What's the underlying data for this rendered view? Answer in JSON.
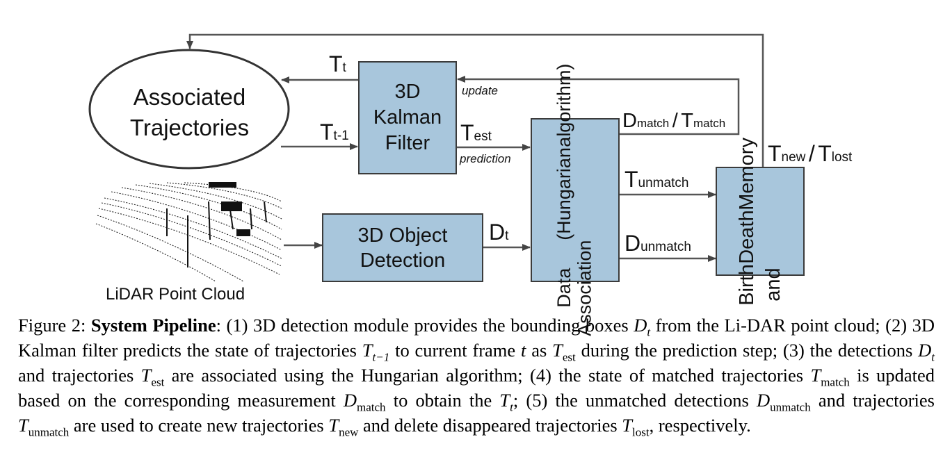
{
  "nodes": {
    "associated": [
      "Associated",
      "Trajectories"
    ],
    "kalman": [
      "3D",
      "Kalman",
      "Filter"
    ],
    "detection": [
      "3D Object",
      "Detection"
    ],
    "association": [
      "Data Association",
      "(Hungarian",
      "algorithm)"
    ],
    "birth_death": [
      "Birth and",
      "Death",
      "Memory"
    ]
  },
  "lidar_label": "LiDAR Point Cloud",
  "edge_labels": {
    "t_t": {
      "main": "T",
      "sub": "t"
    },
    "t_t1": {
      "main": "T",
      "sub": "t-1"
    },
    "t_est": {
      "main": "T",
      "sub": "est"
    },
    "prediction": "prediction",
    "update": "update",
    "d_t": {
      "main": "D",
      "sub": "t"
    },
    "d_match": {
      "main": "D",
      "sub": "match"
    },
    "t_match": {
      "main": "T",
      "sub": "match"
    },
    "t_unmatch": {
      "main": "T",
      "sub": "unmatch"
    },
    "d_unmatch": {
      "main": "D",
      "sub": "unmatch"
    },
    "t_new": {
      "main": "T",
      "sub": "new"
    },
    "t_lost": {
      "main": "T",
      "sub": "lost"
    },
    "slash": "/"
  },
  "caption": {
    "prefix": "Figure 2: ",
    "title": "System Pipeline",
    "p1": ": (1) 3D detection module provides the bounding boxes ",
    "p2": " from the Li-DAR point cloud; (2) 3D Kalman filter predicts the state of trajectories ",
    "p3": " to current frame ",
    "p4": " as ",
    "p5": " during the prediction step; (3) the detections ",
    "p6": " and trajectories ",
    "p7": " are associated using the Hungarian algorithm; (4) the state of matched trajectories ",
    "p8": " is updated based on the corresponding measurement ",
    "p9": " to obtain the ",
    "p10": "; (5) the unmatched detections ",
    "p11": " and trajectories ",
    "p12": " are used to create new trajectories ",
    "p13": " and delete disappeared trajectories ",
    "p14": ", respectively.",
    "sym_D": "D",
    "sym_T": "T",
    "sym_t": "t",
    "sub_t": "t",
    "sub_t1": "t−1",
    "sub_est": "est",
    "sub_match": "match",
    "sub_unmatch": "unmatch",
    "sub_new": "new",
    "sub_lost": "lost"
  }
}
